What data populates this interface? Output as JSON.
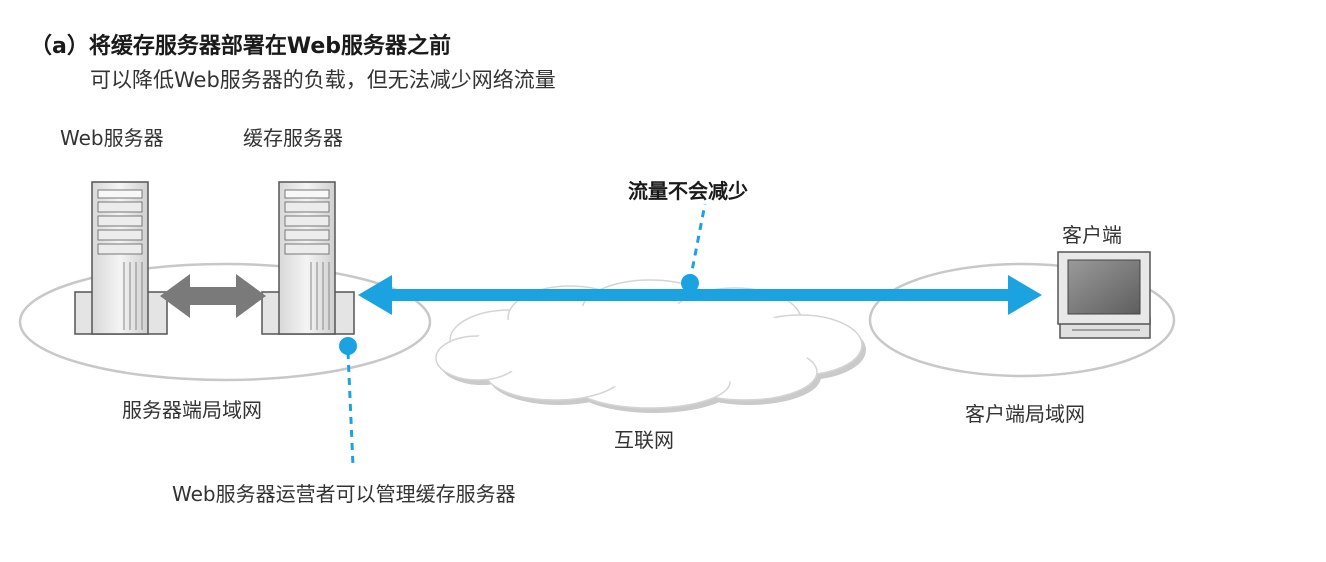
{
  "heading": "（a）将缓存服务器部署在Web服务器之前",
  "subheading": "可以降低Web服务器的负载，但无法减少网络流量",
  "nodes": {
    "web_server": "Web服务器",
    "cache_server": "缓存服务器",
    "client": "客户端"
  },
  "networks": {
    "server_lan": "服务器端局域网",
    "internet": "互联网",
    "client_lan": "客户端局域网"
  },
  "annotations": {
    "traffic": "流量不会减少",
    "operator": "Web服务器运营者可以管理缓存服务器"
  },
  "colors": {
    "accent": "#1aa3e0",
    "gray_arrow": "#7a7a7a",
    "lan_outline": "#c8c8c8",
    "cloud_shadow": "#c9c9c9"
  }
}
